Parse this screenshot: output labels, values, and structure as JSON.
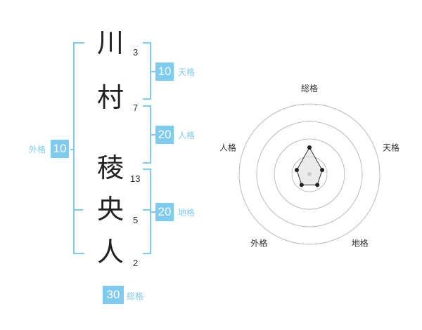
{
  "name": {
    "characters": [
      {
        "char": "川",
        "strokes": "3"
      },
      {
        "char": "村",
        "strokes": "7"
      },
      {
        "char": "稜",
        "strokes": "13"
      },
      {
        "char": "央",
        "strokes": "5"
      },
      {
        "char": "人",
        "strokes": "2"
      }
    ]
  },
  "fortune": {
    "tenkaku": {
      "value": "10",
      "label": "天格"
    },
    "jinkaku": {
      "value": "20",
      "label": "人格"
    },
    "chikaku": {
      "value": "20",
      "label": "地格"
    },
    "gaikaku": {
      "value": "10",
      "label": "外格"
    },
    "soukaku": {
      "value": "30",
      "label": "総格"
    }
  },
  "radar": {
    "axes": [
      "総格",
      "天格",
      "地格",
      "外格",
      "人格"
    ],
    "levels": 4,
    "max": 5,
    "values": [
      2,
      1,
      1,
      1,
      1
    ],
    "colors": {
      "ring": "#bbbbbb",
      "fill": "#dddddd",
      "line": "#333333",
      "point": "#222222"
    }
  },
  "colors": {
    "accent": "#7ecbf2"
  }
}
